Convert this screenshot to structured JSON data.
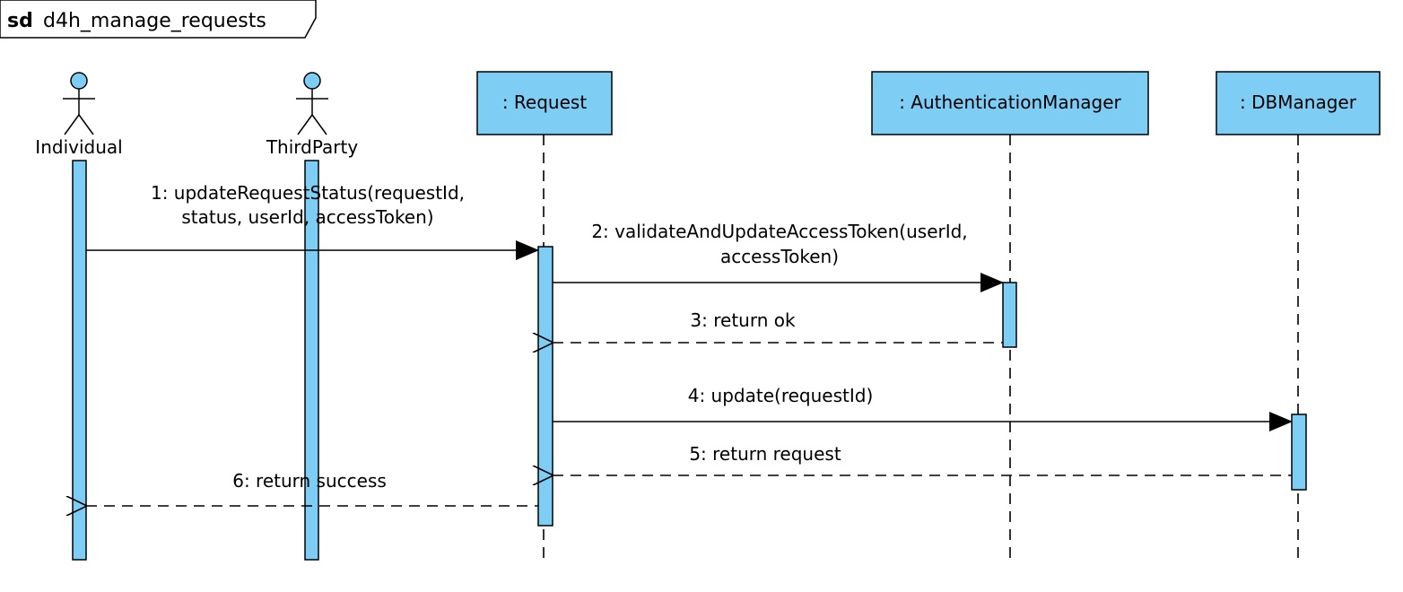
{
  "frame": {
    "keyword": "sd",
    "name": "d4h_manage_requests"
  },
  "colors": {
    "fill": "#7ecdf4",
    "stroke": "#000000"
  },
  "actors": {
    "individual": "Individual",
    "thirdparty": "ThirdParty"
  },
  "objects": {
    "request": ": Request",
    "auth": ": AuthenticationManager",
    "db": ": DBManager"
  },
  "messages": {
    "m1": {
      "line1": "1: updateRequestStatus(requestId,",
      "line2": "status, userId, accessToken)"
    },
    "m2": {
      "line1": "2: validateAndUpdateAccessToken(userId,",
      "line2": "accessToken)"
    },
    "m3": "3: return ok",
    "m4": "4: update(requestId)",
    "m5": "5: return request",
    "m6": "6: return success"
  }
}
